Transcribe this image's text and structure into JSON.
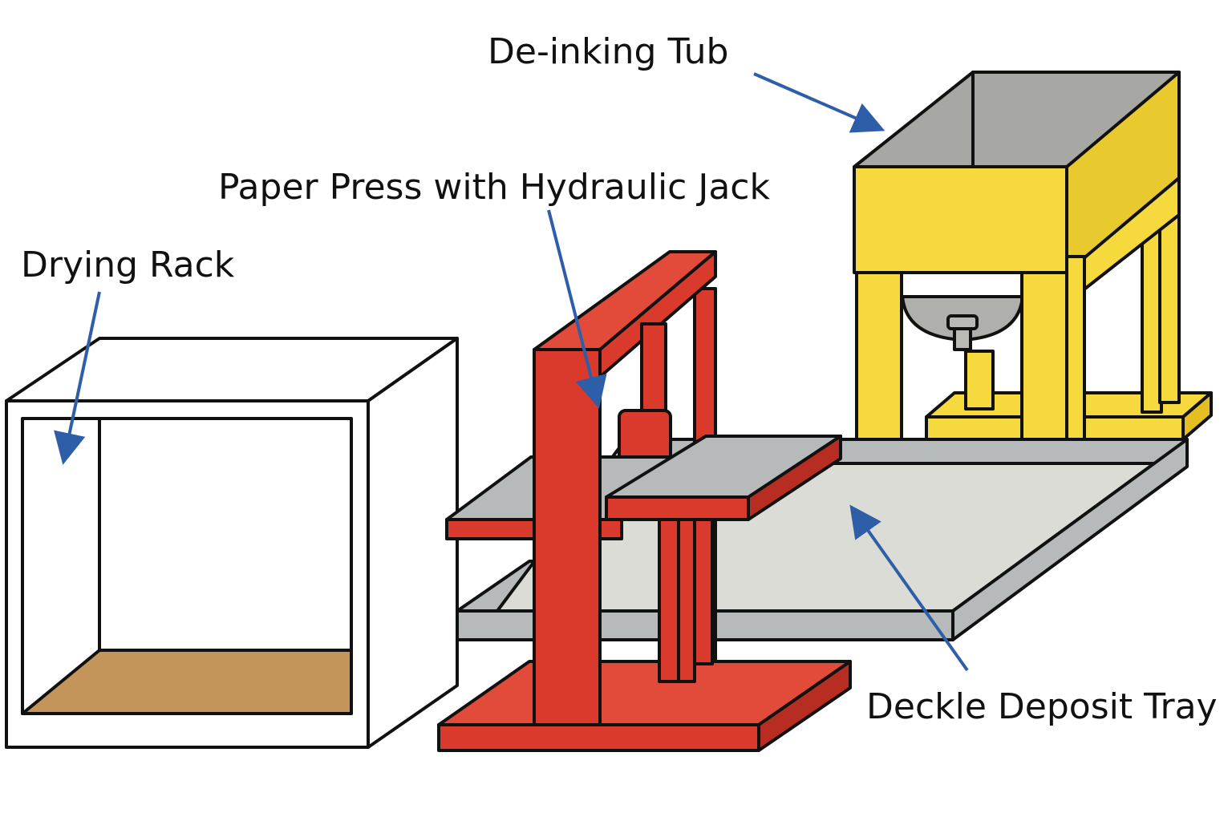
{
  "labels": {
    "deinking_tub": "De-inking Tub",
    "paper_press": "Paper Press with Hydraulic Jack",
    "drying_rack": "Drying Rack",
    "deckle_tray": "Deckle Deposit Tray"
  },
  "colors": {
    "press_red": "#D93A2B",
    "tub_yellow": "#F6D93C",
    "tray_gray": "#B7BABB",
    "tray_surface": "#DCDCD7",
    "rack_floor": "#C4955A",
    "arrow_blue": "#2F5EA8",
    "outline": "#111111"
  }
}
